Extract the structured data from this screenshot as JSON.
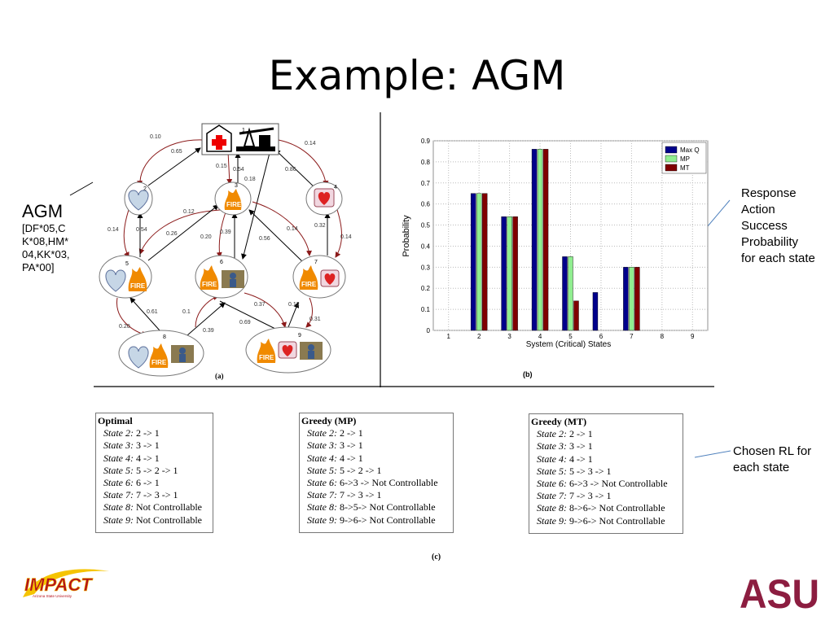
{
  "slide": {
    "title": "Example: AGM"
  },
  "agm_label": {
    "heading": "AGM",
    "citation_lines": [
      "[DF*05,C",
      "K*08,HM*",
      "04,KK*03,",
      "PA*00]"
    ]
  },
  "response_annotation": {
    "lines": [
      "Response",
      "Action",
      "Success",
      "Probability",
      "for each state"
    ]
  },
  "rl_annotation": {
    "lines": [
      "Chosen RL for",
      "each state"
    ]
  },
  "diagram": {
    "caption": "(a)",
    "node_labels": [
      "1",
      "2",
      "3",
      "4",
      "5",
      "6",
      "7",
      "8",
      "9"
    ],
    "node_icons": {
      "1": [
        "hospital-icon",
        "oil-pump-icon"
      ],
      "2": [
        "heart-icon"
      ],
      "3": [
        "fire-icon"
      ],
      "4": [
        "heart-monitor-icon"
      ],
      "5": [
        "heart-icon",
        "fire-icon"
      ],
      "6": [
        "fire-icon",
        "person-icon"
      ],
      "7": [
        "fire-icon",
        "heart-monitor-icon"
      ],
      "8": [
        "heart-icon",
        "fire-icon",
        "person-icon"
      ],
      "9": [
        "fire-icon",
        "heart-monitor-icon",
        "person-icon"
      ]
    },
    "edge_labels": [
      "0.10",
      "0.65",
      "0.14",
      "0.15",
      "0.54",
      "0.18",
      "0.86",
      "0.12",
      "0.26",
      "0.20",
      "0.39",
      "0.56",
      "0.14",
      "0.54",
      "0.14",
      "0.32",
      "0.14",
      "0.61",
      "0.1",
      "0.20",
      "0.39",
      "0.37",
      "0.69",
      "0.12",
      "0.31"
    ]
  },
  "chart_data": {
    "type": "bar",
    "caption": "(b)",
    "categories": [
      "1",
      "2",
      "3",
      "4",
      "5",
      "6",
      "7",
      "8",
      "9"
    ],
    "series": [
      {
        "name": "Max Q",
        "color": "#00008b",
        "values": [
          0,
          0.65,
          0.54,
          0.86,
          0.35,
          0.18,
          0.3,
          0,
          0
        ]
      },
      {
        "name": "MP",
        "color": "#90ee90",
        "values": [
          0,
          0.65,
          0.54,
          0.86,
          0.35,
          0,
          0.3,
          0,
          0
        ]
      },
      {
        "name": "MT",
        "color": "#800000",
        "values": [
          0,
          0.65,
          0.54,
          0.86,
          0.14,
          0,
          0.3,
          0,
          0
        ]
      }
    ],
    "xlabel": "System (Critical) States",
    "ylabel": "Probability",
    "ylim": [
      0,
      0.9
    ],
    "yticks": [
      "0",
      "0.1",
      "0.2",
      "0.3",
      "0.4",
      "0.5",
      "0.6",
      "0.7",
      "0.8",
      "0.9"
    ],
    "grid": true,
    "legend_position": "top-right"
  },
  "policies": {
    "caption": "(c)",
    "tables": [
      {
        "header": "Optimal",
        "rows": [
          {
            "state": "State 2:",
            "action": " 2 -> 1"
          },
          {
            "state": "State 3:",
            "action": " 3 -> 1"
          },
          {
            "state": "State 4:",
            "action": " 4 -> 1"
          },
          {
            "state": "State 5:",
            "action": " 5 -> 2 -> 1"
          },
          {
            "state": "State 6:",
            "action": " 6 -> 1"
          },
          {
            "state": "State 7:",
            "action": " 7 -> 3 -> 1"
          },
          {
            "state": "State 8:",
            "action": " Not Controllable"
          },
          {
            "state": "State 9:",
            "action": " Not Controllable"
          }
        ]
      },
      {
        "header": "Greedy (MP)",
        "rows": [
          {
            "state": "State 2:",
            "action": " 2 -> 1"
          },
          {
            "state": "State 3:",
            "action": " 3 -> 1"
          },
          {
            "state": "State 4:",
            "action": " 4 -> 1"
          },
          {
            "state": "State 5:",
            "action": " 5 -> 2 -> 1"
          },
          {
            "state": "State 6:",
            "action": " 6->3 -> Not Controllable"
          },
          {
            "state": "State 7:",
            "action": " 7 -> 3 -> 1"
          },
          {
            "state": "State 8:",
            "action": " 8->5-> Not Controllable"
          },
          {
            "state": "State 9:",
            "action": " 9->6-> Not Controllable"
          }
        ]
      },
      {
        "header": "Greedy (MT)",
        "rows": [
          {
            "state": "State 2:",
            "action": " 2 -> 1"
          },
          {
            "state": "State 3:",
            "action": " 3 -> 1"
          },
          {
            "state": "State 4:",
            "action": " 4 -> 1"
          },
          {
            "state": "State 5:",
            "action": " 5 -> 3 -> 1"
          },
          {
            "state": "State 6:",
            "action": " 6->3 -> Not Controllable"
          },
          {
            "state": "State 7:",
            "action": " 7 -> 3 -> 1"
          },
          {
            "state": "State 8:",
            "action": " 8->6-> Not Controllable"
          },
          {
            "state": "State 9:",
            "action": " 9->6-> Not Controllable"
          }
        ]
      }
    ]
  },
  "logos": {
    "impact": {
      "text": "IMPACT",
      "subtext": "Arizona State University",
      "colors": [
        "#f5c400",
        "#b4121b"
      ]
    },
    "asu": {
      "text": "ASU",
      "color": "#8c1d40"
    }
  }
}
